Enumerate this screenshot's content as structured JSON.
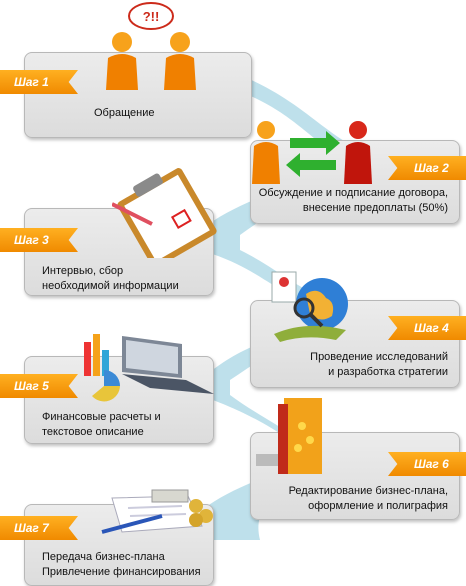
{
  "steps": [
    {
      "label": "Шаг 1",
      "text": "Обращение"
    },
    {
      "label": "Шаг 2",
      "text": "Обсуждение и подписание договора,\nвнесение предоплаты (50%)"
    },
    {
      "label": "Шаг 3",
      "text": "Интервью, сбор\nнеобходимой информации"
    },
    {
      "label": "Шаг 4",
      "text": "Проведение исследований\nи разработка стратегии"
    },
    {
      "label": "Шаг 5",
      "text": "Финансовые расчеты и\nтекстовое описание"
    },
    {
      "label": "Шаг 6",
      "text": "Редактирование бизнес-плана,\nоформление и полиграфия"
    },
    {
      "label": "Шаг 7",
      "text": "Передача бизнес-плана\nПривлечение финансирования"
    }
  ],
  "speech_bubble": "?!!",
  "colors": {
    "badge": "#f39200",
    "ribbon": "#b3dbe8",
    "card": "#e2e2e2"
  },
  "icons": [
    "people-talking-icon",
    "contract-exchange-icon",
    "clipboard-icon",
    "globe-magnifier-icon",
    "laptop-chart-icon",
    "book-icon",
    "money-documents-icon"
  ]
}
